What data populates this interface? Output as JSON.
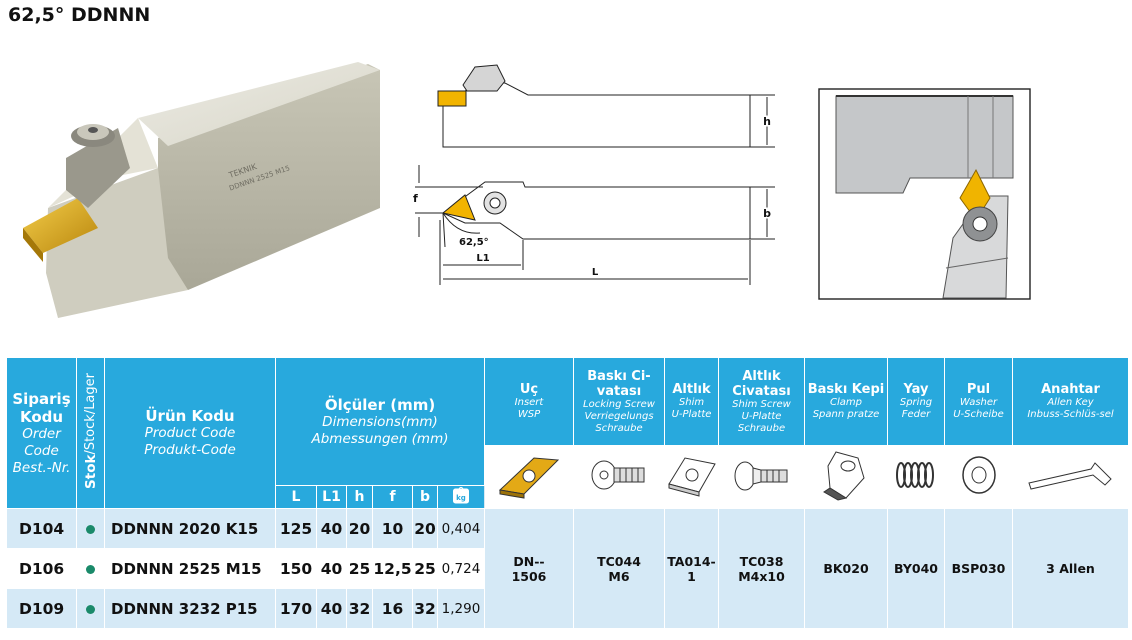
{
  "title": "62,5° DDNNN",
  "product_photo": {
    "engraving": [
      "TEKNIK",
      "DDNNN 2525 M15"
    ]
  },
  "drawing": {
    "labels": {
      "h": "h",
      "f": "f",
      "b": "b",
      "angle": "62,5°",
      "l1": "L1",
      "l": "L"
    }
  },
  "colors": {
    "header": "#28a9dd",
    "row_light": "#d5e9f6",
    "stock_dot": "#1a8a6a",
    "insert_gold": "#d8a017"
  },
  "table": {
    "col_order": {
      "bold": "Sipariş Kodu",
      "l1": "Order Code",
      "l2": "Best.-Nr."
    },
    "col_stock": {
      "bold": "Stok",
      "rest": "/Stock/Lager"
    },
    "col_product": {
      "bold": "Ürün Kodu",
      "l1": "Product Code",
      "l2": "Produkt-Code"
    },
    "col_dims": {
      "bold": "Ölçüler (mm)",
      "l1": "Dimensions(mm)",
      "l2": "Abmessungen (mm)"
    },
    "dim_cols": [
      "L",
      "L1",
      "h",
      "f",
      "b"
    ],
    "weight_icon": "kg",
    "parts_headers": [
      {
        "bold": "Uç",
        "l1": "Insert",
        "l2": "WSP"
      },
      {
        "bold": "Baskı Ci-vatası",
        "l1": "Locking Screw",
        "l2": "Verriegelungs Schraube"
      },
      {
        "bold": "Altlık",
        "l1": "Shim",
        "l2": "U-Platte"
      },
      {
        "bold": "Altlık Civatası",
        "l1": "Shim Screw",
        "l2": "U-Platte Schraube"
      },
      {
        "bold": "Baskı Kepi",
        "l1": "Clamp",
        "l2": "Spann pratze"
      },
      {
        "bold": "Yay",
        "l1": "Spring",
        "l2": "Feder"
      },
      {
        "bold": "Pul",
        "l1": "Washer",
        "l2": "U-Scheibe"
      },
      {
        "bold": "Anahtar",
        "l1": "Allen Key",
        "l2": "Inbuss-Schlüs-sel"
      }
    ],
    "parts_icons": [
      "insert-icon",
      "locking-screw-icon",
      "shim-icon",
      "shim-screw-icon",
      "clamp-icon",
      "spring-icon",
      "washer-icon",
      "allen-key-icon"
    ],
    "rows": [
      {
        "code": "D104",
        "product": "DDNNN 2020 K15",
        "L": "125",
        "L1": "40",
        "h": "20",
        "f": "10",
        "b": "20",
        "weight": "0,404"
      },
      {
        "code": "D106",
        "product": "DDNNN 2525 M15",
        "L": "150",
        "L1": "40",
        "h": "25",
        "f": "12,5",
        "b": "25",
        "weight": "0,724"
      },
      {
        "code": "D109",
        "product": "DDNNN 3232 P15",
        "L": "170",
        "L1": "40",
        "h": "32",
        "f": "16",
        "b": "32",
        "weight": "1,290"
      }
    ],
    "parts": {
      "insert": {
        "l1": "DN--",
        "l2": "1506"
      },
      "locking_screw": {
        "l1": "TC044",
        "l2": "M6"
      },
      "shim": "TA014-1",
      "shim_screw": {
        "l1": "TC038",
        "l2": "M4x10"
      },
      "clamp": "BK020",
      "spring": "BY040",
      "washer": "BSP030",
      "key": "3 Allen"
    }
  }
}
